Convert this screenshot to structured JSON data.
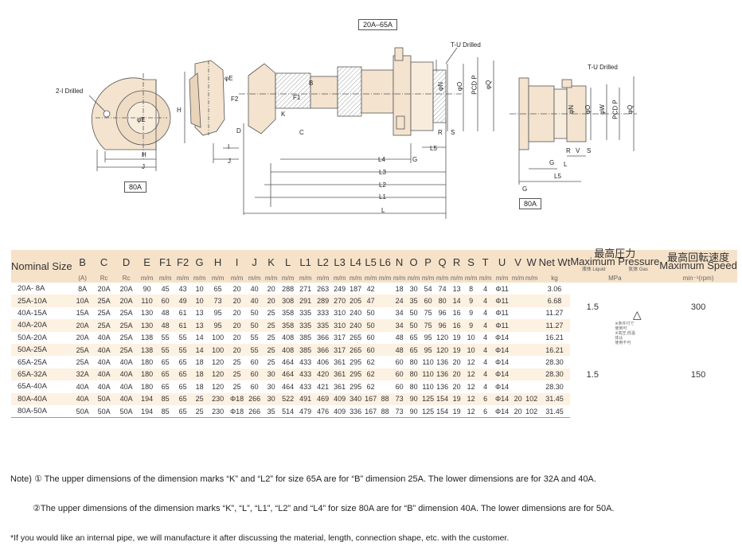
{
  "drawing": {
    "title_box": "20A–65A",
    "box_80a_left": "80A",
    "box_80a_right": "80A",
    "labels": {
      "drilled_2i": "2-I Drilled",
      "drilled_tu_top": "T-U Drilled",
      "drilled_tu_right": "T-U Drilled",
      "phi_e_left": "φE",
      "phi_e_side": "φE",
      "h_left": "H",
      "j_left": "J",
      "h_side": "H",
      "f2": "F2",
      "f1": "F1",
      "b": "B",
      "k": "K",
      "c": "C",
      "d": "D",
      "i": "I",
      "j_side": "J",
      "l4": "L4",
      "l3": "L3",
      "l2": "L2",
      "l1": "L1",
      "l": "L",
      "g_main": "G",
      "l5_main": "L5",
      "n_main": "φN",
      "o_main": "φO",
      "pcd_p_main": "PCD P",
      "q_main": "φQ",
      "r_main": "R",
      "s_main": "S",
      "n_r": "φN",
      "o_r": "φO",
      "w_r": "φW",
      "pcd_p_r": "PCD P",
      "q_r": "φQ",
      "r_r": "R",
      "v_r": "V",
      "s_r": "S",
      "g_r1": "G",
      "l_r": "L",
      "l5_r": "L5",
      "g_r2": "G"
    }
  },
  "table": {
    "header": {
      "nominal": "Nominal Size",
      "cols": [
        "B",
        "C",
        "D",
        "E",
        "F1",
        "F2",
        "G",
        "H",
        "I",
        "J",
        "K",
        "L",
        "L1",
        "L2",
        "L3",
        "L4",
        "L5",
        "L6",
        "N",
        "O",
        "P",
        "Q",
        "R",
        "S",
        "T",
        "U",
        "V",
        "W"
      ],
      "units": [
        "(A)",
        "Rc",
        "Rc",
        "m/m",
        "m/m",
        "m/m",
        "m/m",
        "m/m",
        "m/m",
        "m/m",
        "m/m",
        "m/m",
        "m/m",
        "m/m",
        "m/m",
        "m/m",
        "m/m",
        "m/m",
        "m/m",
        "m/m",
        "m/m",
        "m/m",
        "m/m",
        "m/m",
        "m/m",
        "m/m",
        "m/m",
        "m/m"
      ],
      "netwt": "Net Wt",
      "netwt_unit": "kg",
      "pressure_jp": "最高圧力",
      "pressure_en": "Maximum Pressure",
      "pressure_liquid": "液体 Liquid",
      "pressure_gas": "気体 Gas",
      "pressure_unit": "MPa",
      "speed_jp": "最高回転速度",
      "speed_en": "Maximum Speed",
      "speed_unit": "min⁻¹(rpm)"
    },
    "rows": [
      {
        "size": "20A- 8A",
        "v": [
          "8A",
          "20A",
          "20A",
          "90",
          "45",
          "43",
          "10",
          "65",
          "20",
          "40",
          "20",
          "288",
          "271",
          "263",
          "249",
          "187",
          "42",
          "",
          "18",
          "30",
          "54",
          "74",
          "13",
          "8",
          "4",
          "Φ11",
          "",
          ""
        ],
        "wt": "3.06"
      },
      {
        "size": "25A-10A",
        "v": [
          "10A",
          "25A",
          "20A",
          "110",
          "60",
          "49",
          "10",
          "73",
          "20",
          "40",
          "20",
          "308",
          "291",
          "289",
          "270",
          "205",
          "47",
          "",
          "24",
          "35",
          "60",
          "80",
          "14",
          "9",
          "4",
          "Φ11",
          "",
          ""
        ],
        "wt": "6.68"
      },
      {
        "size": "40A-15A",
        "v": [
          "15A",
          "25A",
          "25A",
          "130",
          "48",
          "61",
          "13",
          "95",
          "20",
          "50",
          "25",
          "358",
          "335",
          "333",
          "310",
          "240",
          "50",
          "",
          "34",
          "50",
          "75",
          "96",
          "16",
          "9",
          "4",
          "Φ11",
          "",
          ""
        ],
        "wt": "11.27"
      },
      {
        "size": "40A-20A",
        "v": [
          "20A",
          "25A",
          "25A",
          "130",
          "48",
          "61",
          "13",
          "95",
          "20",
          "50",
          "25",
          "358",
          "335",
          "335",
          "310",
          "240",
          "50",
          "",
          "34",
          "50",
          "75",
          "96",
          "16",
          "9",
          "4",
          "Φ11",
          "",
          ""
        ],
        "wt": "11.27"
      },
      {
        "size": "50A-20A",
        "v": [
          "20A",
          "40A",
          "25A",
          "138",
          "55",
          "55",
          "14",
          "100",
          "20",
          "55",
          "25",
          "408",
          "385",
          "366",
          "317",
          "265",
          "60",
          "",
          "48",
          "65",
          "95",
          "120",
          "19",
          "10",
          "4",
          "Φ14",
          "",
          ""
        ],
        "wt": "16.21"
      },
      {
        "size": "50A-25A",
        "v": [
          "25A",
          "40A",
          "25A",
          "138",
          "55",
          "55",
          "14",
          "100",
          "20",
          "55",
          "25",
          "408",
          "385",
          "366",
          "317",
          "265",
          "60",
          "",
          "48",
          "65",
          "95",
          "120",
          "19",
          "10",
          "4",
          "Φ14",
          "",
          ""
        ],
        "wt": "16.21"
      },
      {
        "size": "65A-25A",
        "v": [
          "25A",
          "40A",
          "40A",
          "180",
          "65",
          "65",
          "18",
          "120",
          "25",
          "60",
          "25",
          "464",
          "433",
          "406",
          "361",
          "295",
          "62",
          "",
          "60",
          "80",
          "110",
          "136",
          "20",
          "12",
          "4",
          "Φ14",
          "",
          ""
        ],
        "wt": "28.30"
      },
      {
        "size": "65A-32A",
        "v": [
          "32A",
          "40A",
          "40A",
          "180",
          "65",
          "65",
          "18",
          "120",
          "25",
          "60",
          "30",
          "464",
          "433",
          "420",
          "361",
          "295",
          "62",
          "",
          "60",
          "80",
          "110",
          "136",
          "20",
          "12",
          "4",
          "Φ14",
          "",
          ""
        ],
        "wt": "28.30"
      },
      {
        "size": "65A-40A",
        "v": [
          "40A",
          "40A",
          "40A",
          "180",
          "65",
          "65",
          "18",
          "120",
          "25",
          "60",
          "30",
          "464",
          "433",
          "421",
          "361",
          "295",
          "62",
          "",
          "60",
          "80",
          "110",
          "136",
          "20",
          "12",
          "4",
          "Φ14",
          "",
          ""
        ],
        "wt": "28.30"
      },
      {
        "size": "80A-40A",
        "v": [
          "40A",
          "50A",
          "40A",
          "194",
          "85",
          "65",
          "25",
          "230",
          "Φ18",
          "266",
          "30",
          "522",
          "491",
          "469",
          "409",
          "340",
          "167",
          "88",
          "73",
          "90",
          "125",
          "154",
          "19",
          "12",
          "6",
          "Φ14",
          "20",
          "102"
        ],
        "wt": "31.45"
      },
      {
        "size": "80A-50A",
        "v": [
          "50A",
          "50A",
          "50A",
          "194",
          "85",
          "65",
          "25",
          "230",
          "Φ18",
          "266",
          "35",
          "514",
          "479",
          "476",
          "409",
          "336",
          "167",
          "88",
          "73",
          "90",
          "125",
          "154",
          "19",
          "12",
          "6",
          "Φ14",
          "20",
          "102"
        ],
        "wt": "31.45"
      }
    ],
    "pressure_group1": "1.5",
    "pressure_group2": "1.5",
    "gas_mark": "△",
    "gas_note_1": "※条件付で",
    "gas_note_2": "使用可",
    "gas_note_3": "※高圧,低温",
    "gas_note_4": "体は",
    "gas_note_5": "使用不可",
    "speed_group1": "300",
    "speed_group2": "150"
  },
  "notes": {
    "note1": "Note) ① The upper dimensions of the dimension marks “K” and “L2” for size 65A are for “B” dimension 25A. The lower dimensions are for 32A and 40A.",
    "note2": "②The upper dimensions of the dimension marks “K”, “L”, “L1”, “L2” and “L4” for size 80A are for “B” dimension 40A. The lower dimensions are for 50A.",
    "note3": "*If you would like an internal pipe, we will manufacture it after discussing the material, length, connection shape, etc. with the customer."
  },
  "colors": {
    "header_bg": "#f6e2c9",
    "row_shade": "#fdf1e2",
    "drawing_fill": "#f3e3cf",
    "drawing_stroke": "#555555"
  }
}
